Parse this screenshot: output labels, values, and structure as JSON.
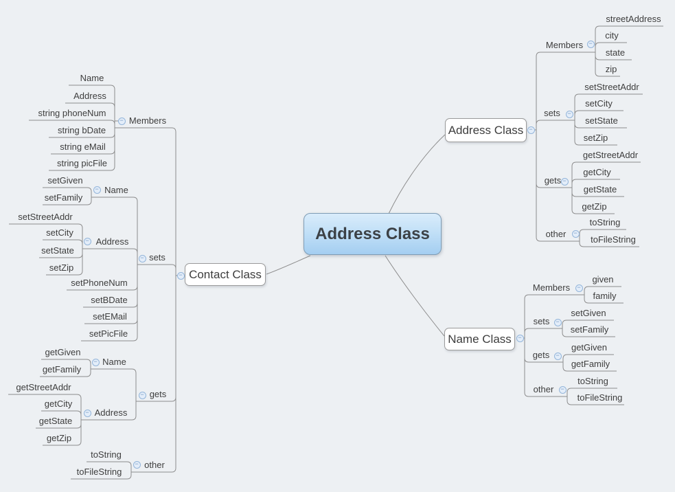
{
  "icons": {
    "collapse_glyph": "−"
  },
  "central": {
    "label": "Address Class"
  },
  "contact": {
    "label": "Contact Class",
    "members": {
      "label": "Members",
      "items": [
        "Name",
        "Address",
        "string phoneNum",
        "string bDate",
        "string eMail",
        "string picFile"
      ]
    },
    "sets": {
      "label": "sets",
      "name": {
        "label": "Name",
        "items": [
          "setGiven",
          "setFamily"
        ]
      },
      "address": {
        "label": "Address",
        "items": [
          "setStreetAddr",
          "setCity",
          "setState",
          "setZip"
        ]
      },
      "items": [
        "setPhoneNum",
        "setBDate",
        "setEMail",
        "setPicFile"
      ]
    },
    "gets": {
      "label": "gets",
      "name": {
        "label": "Name",
        "items": [
          "getGiven",
          "getFamily"
        ]
      },
      "address": {
        "label": "Address",
        "items": [
          "getStreetAddr",
          "getCity",
          "getState",
          "getZip"
        ]
      }
    },
    "other": {
      "label": "other",
      "items": [
        "toString",
        "toFileString"
      ]
    }
  },
  "address": {
    "label": "Address Class",
    "members": {
      "label": "Members",
      "items": [
        "streetAddress",
        "city",
        "state",
        "zip"
      ]
    },
    "sets": {
      "label": "sets",
      "items": [
        "setStreetAddr",
        "setCity",
        "setState",
        "setZip"
      ]
    },
    "gets": {
      "label": "gets",
      "items": [
        "getStreetAddr",
        "getCity",
        "getState",
        "getZip"
      ]
    },
    "other": {
      "label": "other",
      "items": [
        "toString",
        "toFileString"
      ]
    }
  },
  "name": {
    "label": "Name Class",
    "members": {
      "label": "Members",
      "items": [
        "given",
        "family"
      ]
    },
    "sets": {
      "label": "sets",
      "items": [
        "setGiven",
        "setFamily"
      ]
    },
    "gets": {
      "label": "gets",
      "items": [
        "getGiven",
        "getFamily"
      ]
    },
    "other": {
      "label": "other",
      "items": [
        "toString",
        "toFileString"
      ]
    }
  },
  "colors": {
    "background": "#edf0f3",
    "line": "#8c8c8c",
    "box_border": "#9a9a9a",
    "text": "#3d3d3d",
    "central_fill_top": "#d9ecfb",
    "central_fill_bottom": "#a4cef1",
    "central_border": "#7e9cb5",
    "button_fill": "#e3edf9",
    "button_border": "#93b5da"
  }
}
